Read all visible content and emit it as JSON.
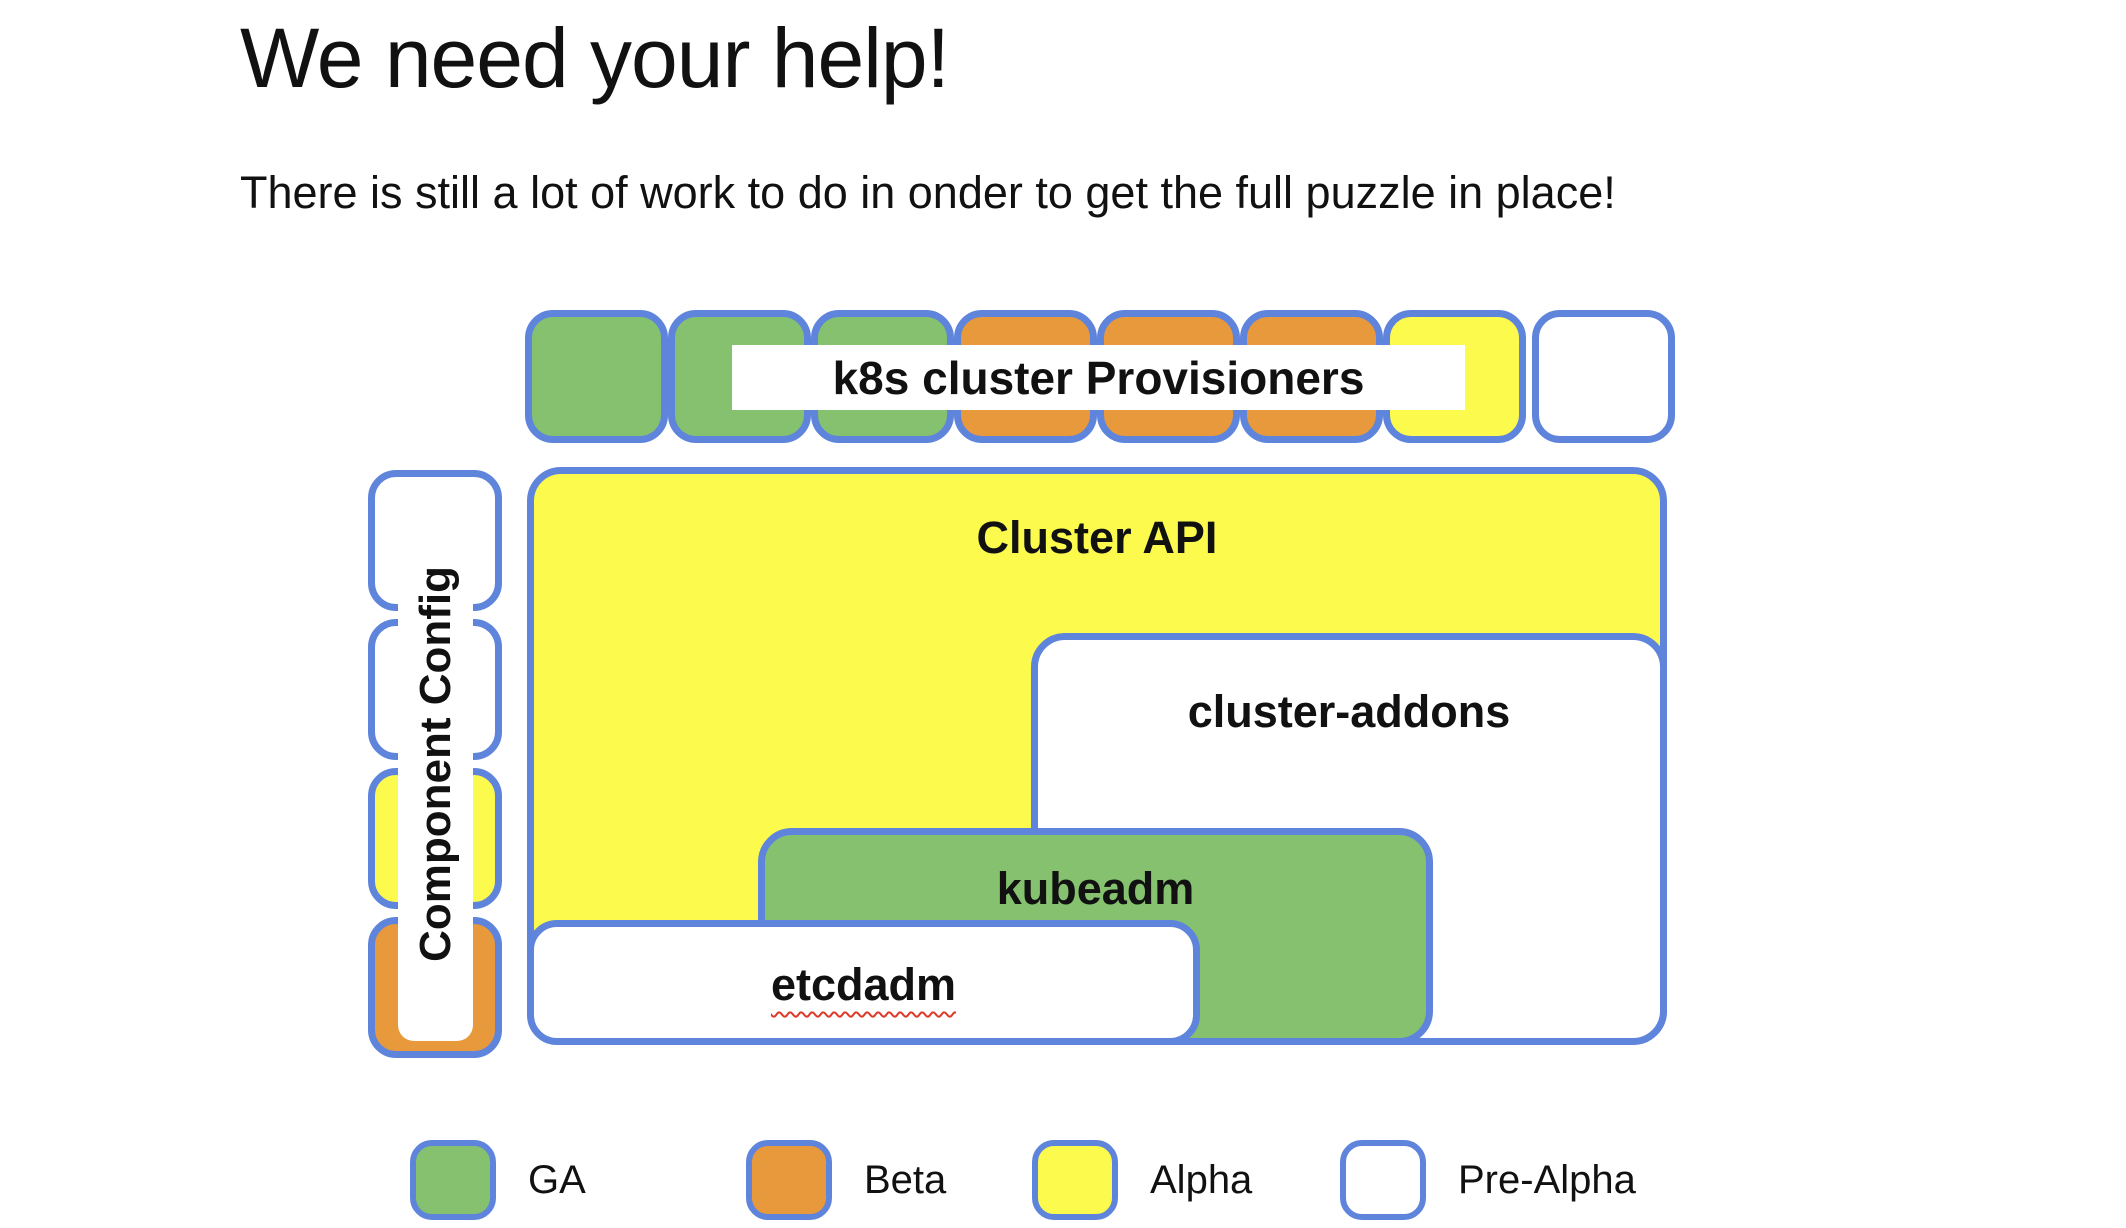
{
  "page": {
    "title": "We need your help!",
    "subtitle": "There is still a lot of work to do in onder to get the full puzzle in place!"
  },
  "colors": {
    "GA": "#85C16E",
    "Beta": "#E8993B",
    "Alpha": "#FDFA4E",
    "Pre-Alpha": "#FFFFFF",
    "border": "#5E85DB",
    "text": "#111111",
    "spellcheck_red": "#DD3A2A"
  },
  "provisioners_row": {
    "label": "k8s cluster Provisioners",
    "pieces": [
      "GA",
      "GA",
      "GA",
      "Beta",
      "Beta",
      "Beta",
      "Alpha",
      "Pre-Alpha"
    ]
  },
  "component_config": {
    "label": "Component Config",
    "pieces": [
      "Pre-Alpha",
      "Pre-Alpha",
      "Alpha",
      "Beta"
    ]
  },
  "boxes": {
    "cluster_api": {
      "label": "Cluster API",
      "status": "Alpha"
    },
    "cluster_addons": {
      "label": "cluster-addons",
      "status": "Pre-Alpha"
    },
    "kubeadm": {
      "label": "kubeadm",
      "status": "GA"
    },
    "etcdadm": {
      "label": "etcdadm",
      "status": "Pre-Alpha",
      "spellcheck_underline": true
    }
  },
  "legend": {
    "items": [
      {
        "label": "GA",
        "status": "GA"
      },
      {
        "label": "Beta",
        "status": "Beta"
      },
      {
        "label": "Alpha",
        "status": "Alpha"
      },
      {
        "label": "Pre-Alpha",
        "status": "Pre-Alpha"
      }
    ]
  }
}
